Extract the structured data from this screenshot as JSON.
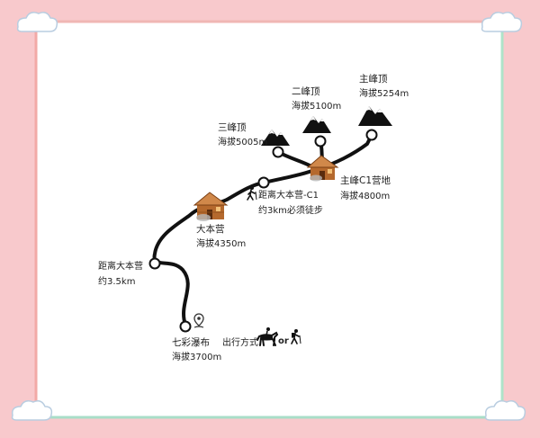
{
  "frame": {
    "background": "#f8c9cc",
    "panel": "#ffffff",
    "border_left": "#f2a9a6",
    "border_right": "#aee3c9",
    "border_top": "#f0b7b4",
    "border_bottom": "#a8dec8"
  },
  "route": {
    "stroke_color": "#111111",
    "waypoints": {
      "start": {
        "name": "七彩瀑布",
        "altitude": "海拔3700m"
      },
      "turn": {
        "name": "距离大本营",
        "distance": "约3.5km"
      },
      "base_camp": {
        "name": "大本营",
        "altitude": "海拔4350m"
      },
      "c1_distance": {
        "name": "距离大本营-C1",
        "note": "约3km必须徒步"
      },
      "main_c1": {
        "name": "主峰C1营地",
        "altitude": "海拔4800m"
      },
      "third_peak": {
        "name": "三峰顶",
        "altitude": "海拔5005m"
      },
      "second_peak": {
        "name": "二峰顶",
        "altitude": "海拔5100m"
      },
      "main_peak": {
        "name": "主峰顶",
        "altitude": "海拔5254m"
      }
    }
  },
  "travel": {
    "label": "出行方式",
    "or": "or",
    "icons": [
      "horse-rider-icon",
      "hiker-icon"
    ]
  },
  "icons": {
    "start_marker": "location-pin-icon",
    "camp": "wooden-hut-icon",
    "peak": "mountain-peak-icon",
    "walk": "hiker-icon",
    "decor": "cloud-icon"
  }
}
